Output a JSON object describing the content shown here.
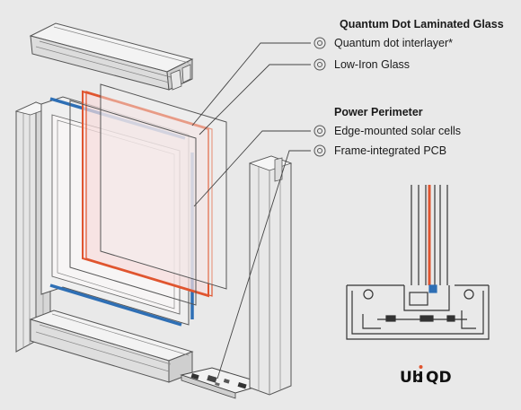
{
  "section1": {
    "title": "Quantum Dot Laminated Glass",
    "items": [
      "Quantum dot interlayer*",
      "Low-Iron Glass"
    ]
  },
  "section2": {
    "title": "Power Perimeter",
    "items": [
      "Edge-mounted solar cells",
      "Frame-integrated PCB"
    ]
  },
  "logo": {
    "text_left": "Ub",
    "text_right": "QD"
  },
  "colors": {
    "background": "#e9e9e9",
    "interlayer": "#e0552f",
    "solar_cell": "#2e6fb5",
    "frame_outline": "#555555"
  }
}
